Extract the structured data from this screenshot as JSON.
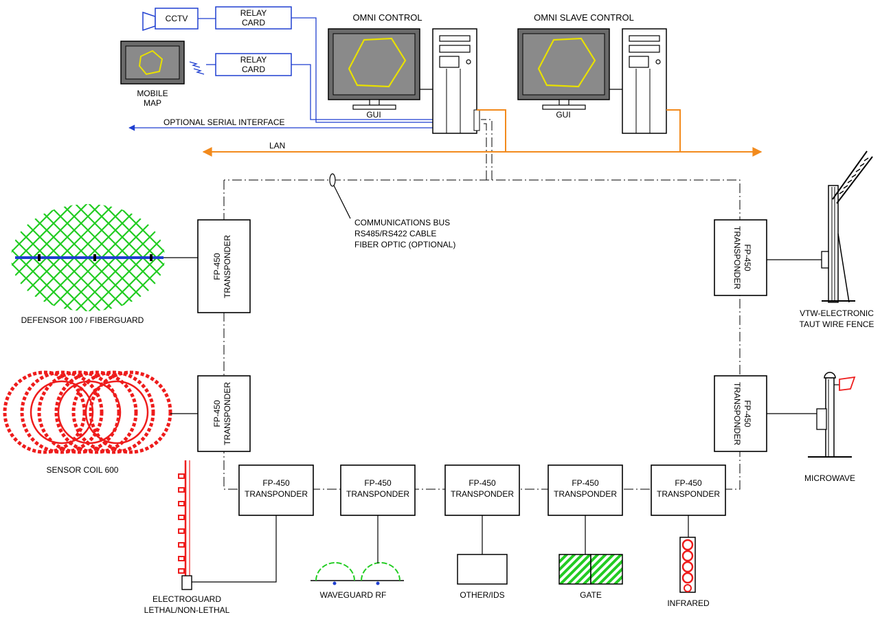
{
  "control": {
    "cctv": "CCTV",
    "relay_card_1": [
      "RELAY",
      "CARD"
    ],
    "relay_card_2": [
      "RELAY",
      "CARD"
    ],
    "mobile_map": [
      "MOBILE",
      "MAP"
    ],
    "omni_control": "OMNI CONTROL",
    "omni_slave_control": "OMNI SLAVE CONTROL",
    "gui_1": "GUI",
    "gui_2": "GUI",
    "serial_interface": "OPTIONAL SERIAL INTERFACE",
    "lan": "LAN"
  },
  "bus_note": [
    "COMMUNICATIONS BUS",
    "RS485/RS422 CABLE",
    "FIBER OPTIC (OPTIONAL)"
  ],
  "transponder": {
    "model": "FP-450",
    "type": "TRANSPONDER"
  },
  "sensors": {
    "defensor": "DEFENSOR 100 / FIBERGUARD",
    "coil": "SENSOR COIL 600",
    "vtw": [
      "VTW-ELECTRONIC",
      "TAUT WIRE FENCE"
    ],
    "microwave": "MICROWAVE",
    "electroguard": [
      "ELECTROGUARD",
      "LETHAL/NON-LETHAL"
    ],
    "waveguard": "WAVEGUARD RF",
    "other": "OTHER/IDS",
    "gate": "GATE",
    "infrared": "INFRARED"
  },
  "colors": {
    "lan": "#f28a1c",
    "serial": "#1f3fd0",
    "coil": "#ee1c1c",
    "fence_mesh": "#22cc22",
    "map_outline": "#e8e000",
    "screen": "#8a8a8a"
  }
}
